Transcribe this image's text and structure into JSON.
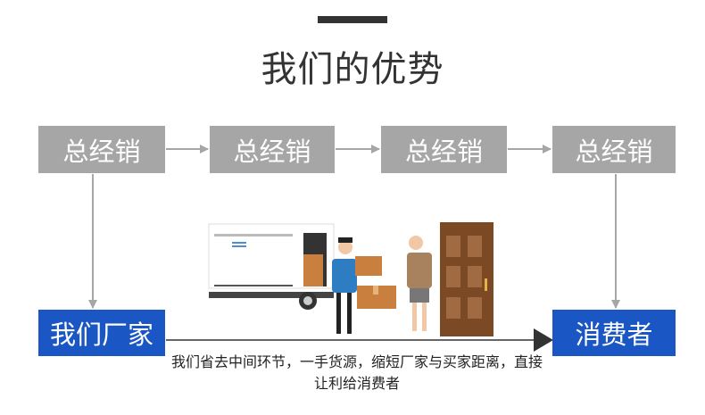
{
  "title": "我们的优势",
  "distributors": [
    "总经销",
    "总经销",
    "总经销",
    "总经销"
  ],
  "factory": "我们厂家",
  "consumer": "消费者",
  "caption": "我们省去中间环节，一手货源，缩短厂家与买家距离，直接让利给消费者",
  "colors": {
    "gray_box": "#a6a6a6",
    "blue_box": "#1a56c4",
    "arrow": "#a6a6a6",
    "main_arrow": "#333333"
  }
}
